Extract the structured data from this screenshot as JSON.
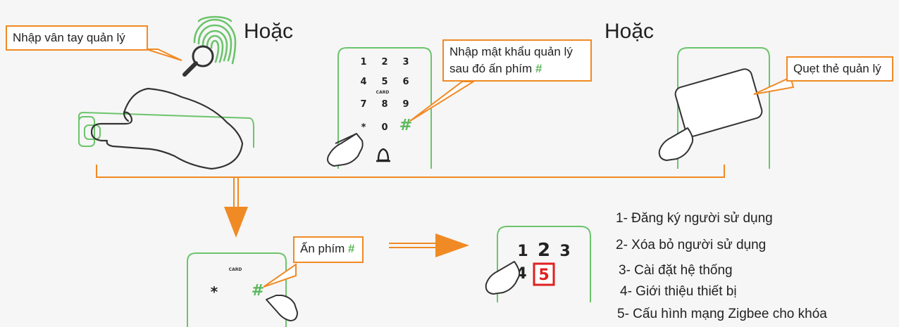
{
  "labels": {
    "or_left": "Hoặc",
    "or_right": "Hoặc"
  },
  "callouts": {
    "fingerprint": "Nhập vân tay quản lý",
    "password_line1": "Nhập mật khẩu quản lý",
    "password_line2_prefix": "sau đó ấn phím",
    "hash_symbol": "#",
    "card": "Quẹt thẻ quản lý",
    "press_prefix": "Ấn phím"
  },
  "keypad": {
    "keys": [
      "1",
      "2",
      "3",
      "4",
      "5",
      "6",
      "7",
      "8",
      "9",
      "*",
      "0",
      "#"
    ],
    "brand": "CARD"
  },
  "screen": {
    "digits": [
      "1",
      "2",
      "3",
      "4",
      "5"
    ],
    "selected": "5"
  },
  "menu": [
    "1- Đăng ký người sử dụng",
    "2- Xóa bỏ người sử dụng",
    "3- Cài đặt hệ thống",
    "4- Giới thiệu thiết bị",
    "5- Cấu hình mạng Zigbee cho khóa"
  ],
  "colors": {
    "accent_orange": "#f08a24",
    "device_green": "#6cc46c",
    "selected_red": "#e02020",
    "line_gray": "#333333"
  }
}
